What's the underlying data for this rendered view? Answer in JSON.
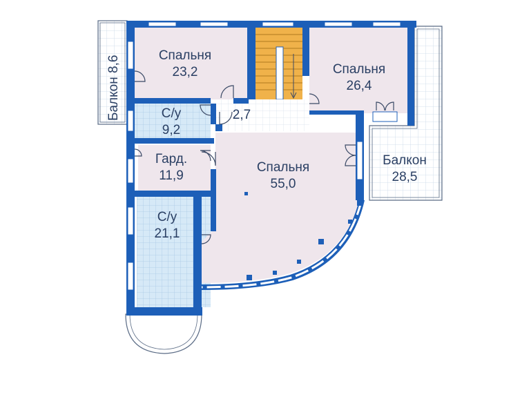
{
  "rooms": {
    "balcony_left": {
      "label": "Балкон 8,6"
    },
    "bedroom_1": {
      "name": "Спальня",
      "area": "23,2"
    },
    "bedroom_2": {
      "name": "Спальня",
      "area": "26,4"
    },
    "bathroom_1": {
      "name": "С/у",
      "area": "9,2"
    },
    "hall": {
      "area": "2,7"
    },
    "wardrobe": {
      "name": "Гард.",
      "area": "11,9"
    },
    "bedroom_main": {
      "name": "Спальня",
      "area": "55,0"
    },
    "balcony_right": {
      "name": "Балкон",
      "area": "28,5"
    },
    "bathroom_2": {
      "name": "С/у",
      "area": "21,1"
    }
  },
  "colors": {
    "wall": "#1d5fb8",
    "bedroom_fill": "#efe6ec",
    "wet_fill": "#d6e9f7",
    "balcony_fill": "#ffffff",
    "stair_fill": "#f0b24a",
    "grid_line": "#c9d8e8",
    "text": "#2a3f63"
  }
}
